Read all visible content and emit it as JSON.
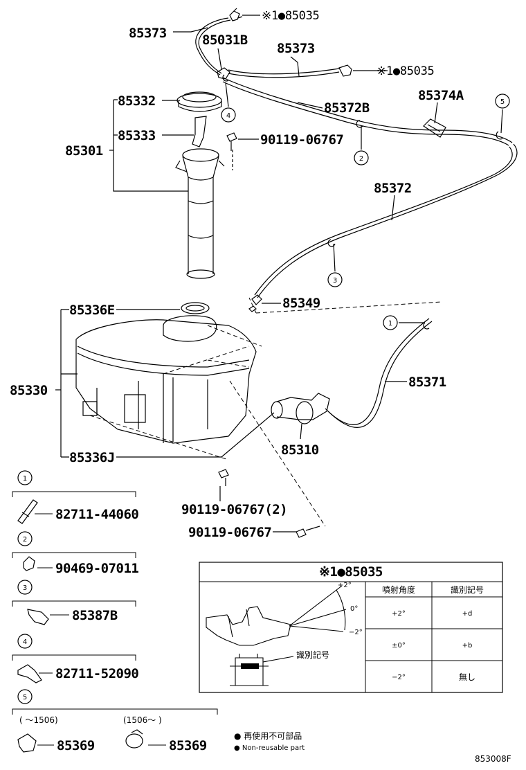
{
  "callouts": {
    "p85035_top": "※1●85035",
    "p85373_a": "85373",
    "p85031b": "85031B",
    "p85373_b": "85373",
    "p85035_mid": "※1●85035",
    "p85332": "85332",
    "p85372b": "85372B",
    "p85374a": "85374A",
    "p85333": "85333",
    "p90119_top": "90119-06767",
    "p85301": "85301",
    "p85372": "85372",
    "p85349": "85349",
    "p85336e": "85336E",
    "p85371": "85371",
    "p85330": "85330",
    "p85310": "85310",
    "p85336j": "85336J",
    "p90119_2": "90119-06767(2)",
    "p90119_bot": "90119-06767"
  },
  "circles": {
    "c1": "1",
    "c2": "2",
    "c3": "3",
    "c4": "4",
    "c5": "5"
  },
  "legend": [
    {
      "num": "1",
      "part": "82711-44060"
    },
    {
      "num": "2",
      "part": "90469-07011"
    },
    {
      "num": "3",
      "part": "85387B"
    },
    {
      "num": "4",
      "part": "82711-52090"
    },
    {
      "num": "5",
      "range_left": "(    ～1506)",
      "range_right": "(1506～    )",
      "part_left": "85369",
      "part_right": "85369"
    }
  ],
  "inset": {
    "title": "※1●85035",
    "col_angle": "噴射角度",
    "col_id": "識別記号",
    "rows": [
      {
        "angle": "+2°",
        "id": "+d"
      },
      {
        "angle": "±0°",
        "id": "+b"
      },
      {
        "angle": "−2°",
        "id": "無し"
      }
    ],
    "label_plus2": "+2°",
    "label_zero": "0°",
    "label_minus2": "−2°",
    "label_mark": "識別記号"
  },
  "notes": {
    "jp": "● 再使用不可部品",
    "en": "● Non-reusable part"
  },
  "figure_id": "853008F"
}
